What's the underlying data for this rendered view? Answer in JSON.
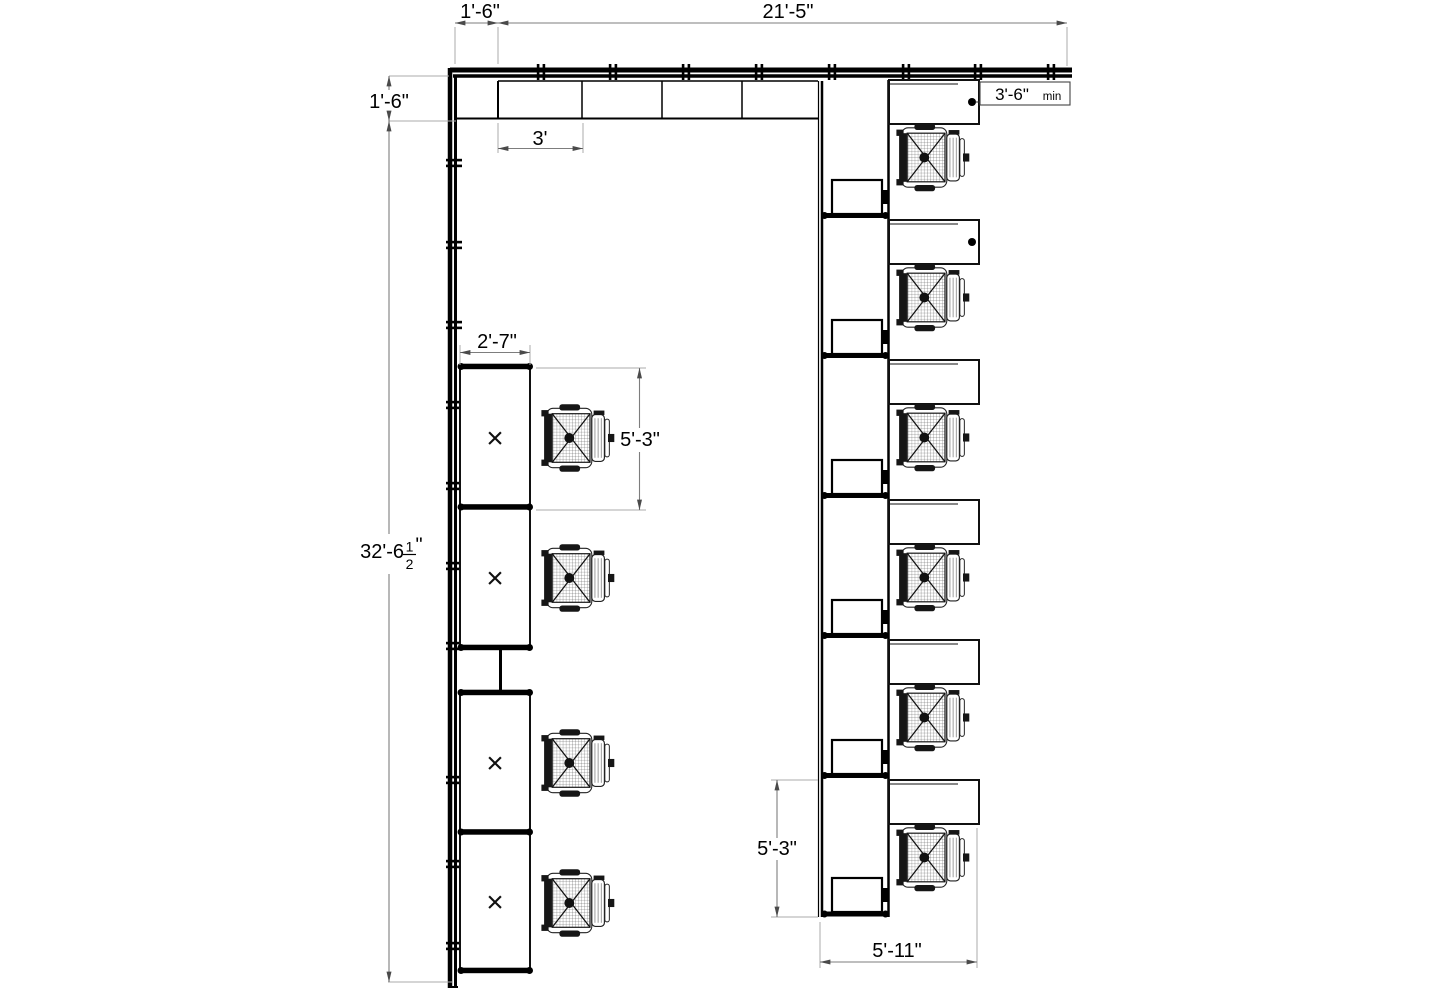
{
  "drawing": {
    "kind": "furniture-floor-plan",
    "annotations": {
      "top_offset": "1'-6\"",
      "top_span": "21'-5\"",
      "left_offset": "1'-6\"",
      "left_span_whole": "32'-6",
      "left_span_frac_num": "1",
      "left_span_frac_den": "2",
      "left_span_units": "\"",
      "cabinet_width": "3'",
      "desk_depth": "2'-7\"",
      "desk_length": "5'-3\"",
      "bay_height": "5'-3\"",
      "bay_width": "5'-11\"",
      "clearance": "3'-6\"",
      "clearance_note": "min",
      "equipment_marker": "×"
    }
  }
}
